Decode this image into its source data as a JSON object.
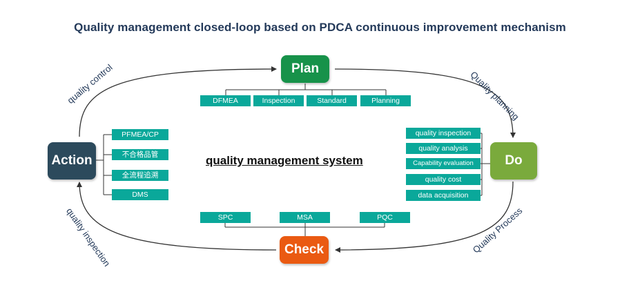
{
  "title": "Quality management closed-loop based on PDCA continuous improvement mechanism",
  "center_label": "quality management system",
  "nodes": {
    "plan": {
      "label": "Plan",
      "color": "#17924a"
    },
    "do": {
      "label": "Do",
      "color": "#7aaa3c"
    },
    "check": {
      "label": "Check",
      "color": "#ea5a12"
    },
    "action": {
      "label": "Action",
      "color": "#2c4a5c"
    }
  },
  "plan_items": [
    "DFMEA",
    "Inspection",
    "Standard",
    "Planning"
  ],
  "do_items": [
    "quality inspection",
    "quality analysis",
    "Capability evaluation",
    "quality cost",
    "data acquisition"
  ],
  "check_items": [
    "SPC",
    "MSA",
    "PQC"
  ],
  "action_items": [
    "PFMEA/CP",
    "不合格品管",
    "全流程追溯",
    "DMS"
  ],
  "edge_labels": {
    "action_to_plan": "quality control",
    "plan_to_do": "Quality planning",
    "do_to_check": "Quality Process",
    "check_to_action": "quality inspection"
  },
  "colors": {
    "tag": "#0aa89a",
    "arrow": "#333333",
    "title": "#243a5a"
  }
}
